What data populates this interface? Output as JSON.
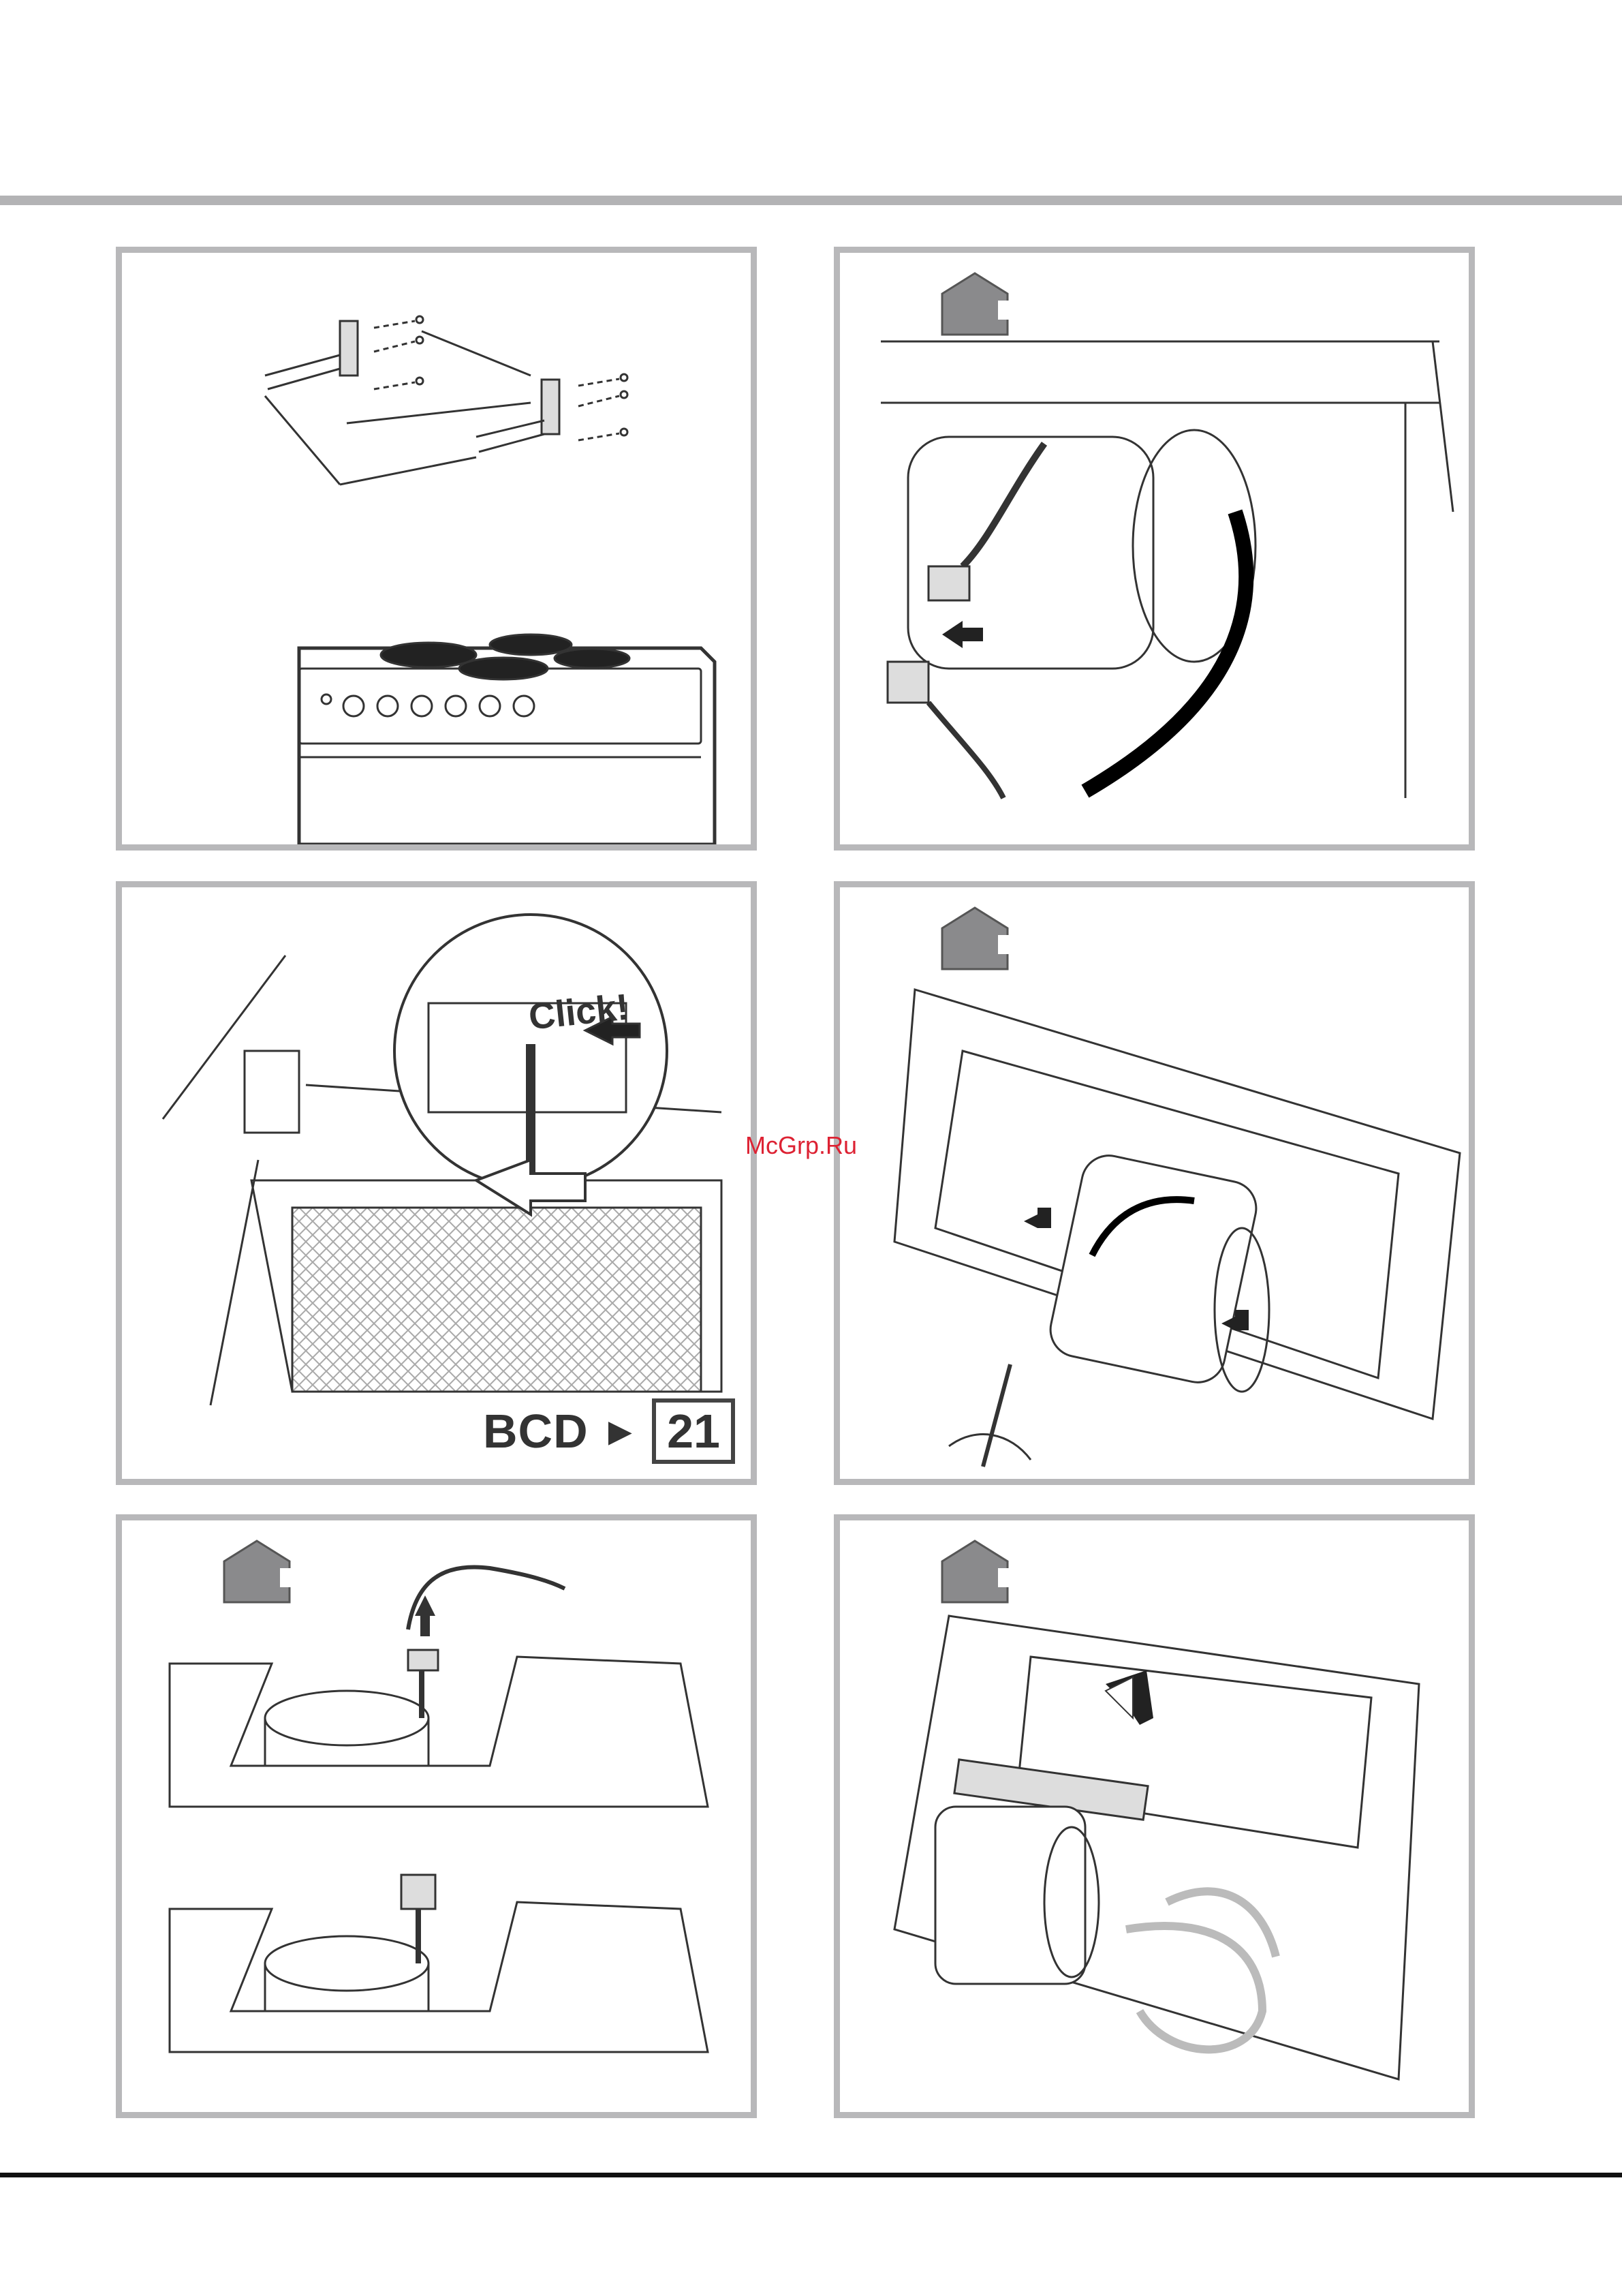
{
  "panel_3": {
    "click_text": "Click!",
    "ref_text": "BCD",
    "ref_arrow": "►",
    "ref_page": "21"
  },
  "watermark": "McGrp.Ru",
  "icon_names": [
    "wall-mount-screws-diagram",
    "house-ducted-icon",
    "motor-connector-diagram",
    "filter-click-diagram",
    "motor-unscrew-diagram",
    "duct-power-plug-diagram",
    "motor-removal-diagram"
  ],
  "colors": {
    "panel_border": "#b8b8ba",
    "top_rule": "#b3b3b5",
    "bottom_rule": "#111111",
    "icon_fill": "#8a8a8c",
    "watermark": "#dd2233"
  }
}
